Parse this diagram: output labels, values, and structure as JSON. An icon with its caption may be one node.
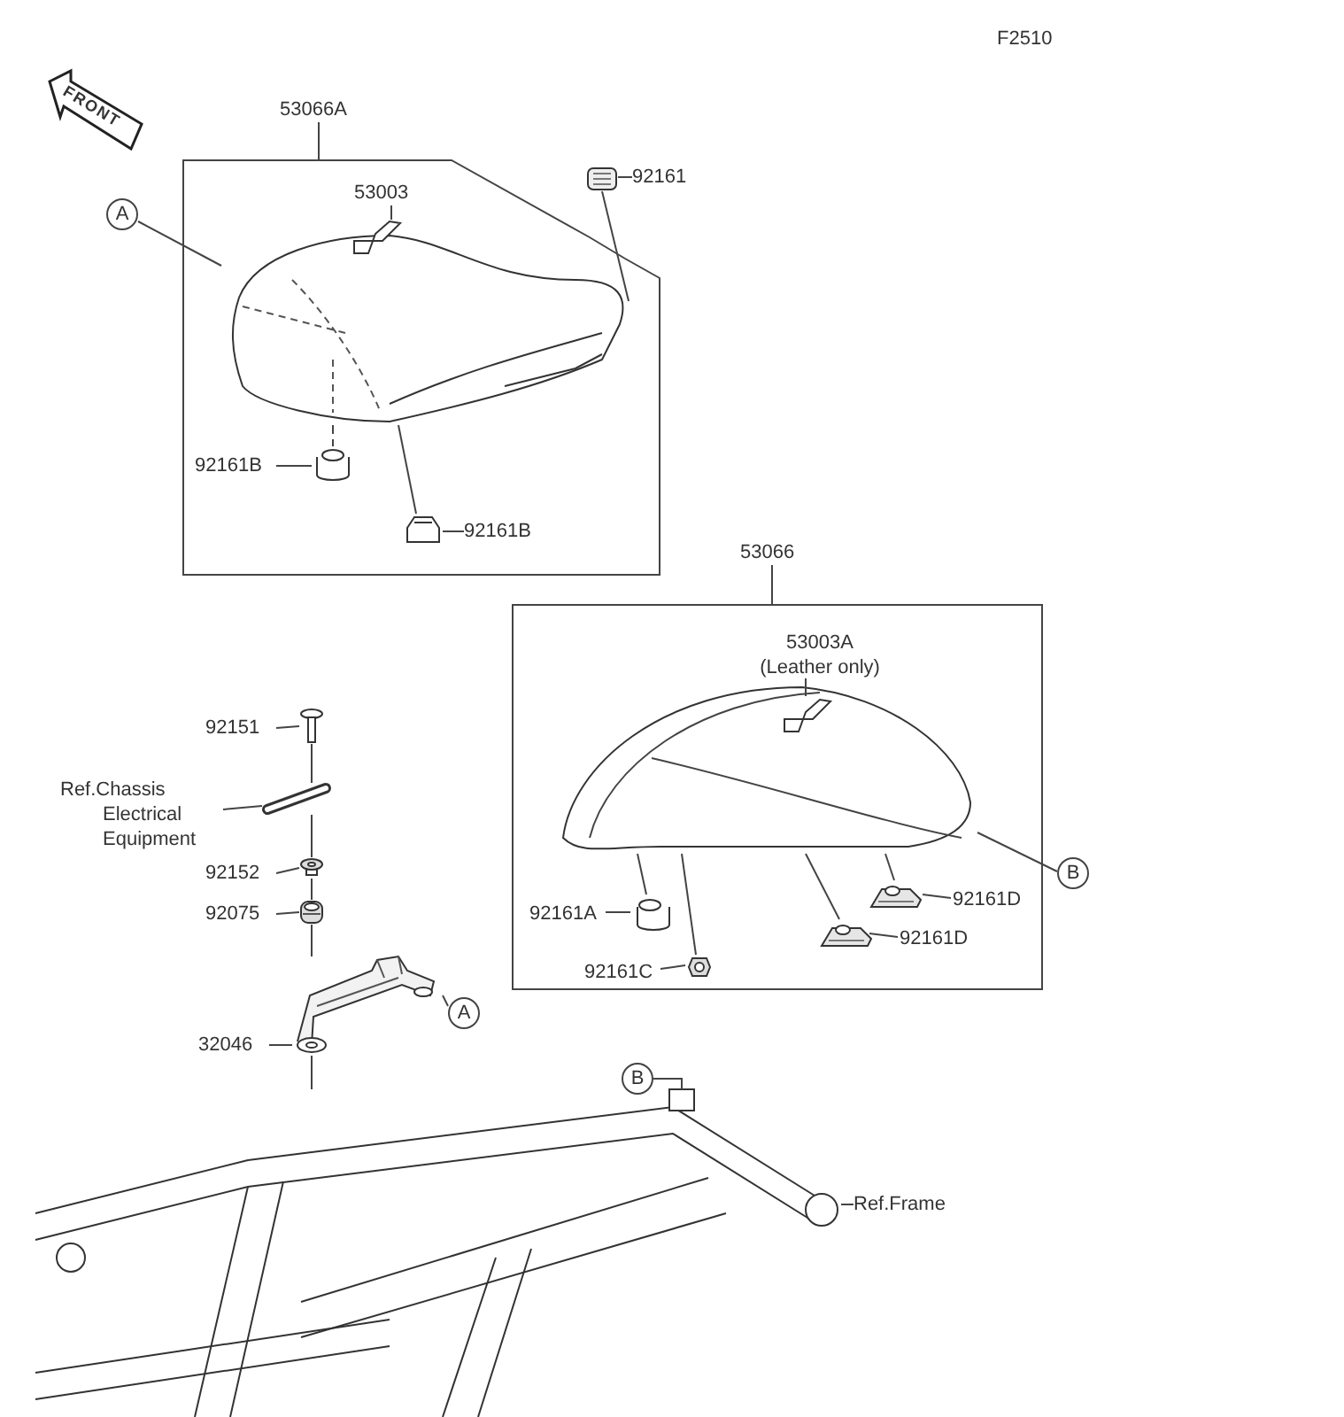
{
  "diagram": {
    "nodes": [
      {
        "text": [
          "53066A"
        ]
      },
      {
        "text": [],
        "shape": "box"
      },
      {
        "text": [
          "A"
        ]
      },
      {
        "text": [],
        "shape": "picture",
        "in": 1
      },
      {
        "text": [
          "53003"
        ],
        "in": 1
      },
      {
        "text": [],
        "shape": "picture",
        "in": 1
      },
      {
        "text": [
          "92161"
        ]
      },
      {
        "text": [],
        "shape": "picture",
        "in": 1
      },
      {
        "text": [
          "92161B"
        ],
        "in": 1
      },
      {
        "text": [],
        "shape": "picture",
        "in": 1
      },
      {
        "text": [
          "92161B"
        ],
        "in": 1
      },
      {
        "text": [],
        "shape": "picture",
        "in": 1
      },
      {
        "text": [
          "53066"
        ]
      },
      {
        "text": [],
        "shape": "box"
      },
      {
        "text": [
          "53003A",
          "(Leather only)"
        ],
        "in": 13
      },
      {
        "text": [],
        "shape": "picture",
        "in": 13
      },
      {
        "text": [],
        "shape": "picture",
        "in": 15
      },
      {
        "text": [
          "B"
        ]
      },
      {
        "text": [
          "92161A"
        ],
        "in": 13
      },
      {
        "text": [],
        "shape": "picture",
        "in": 13
      },
      {
        "text": [
          "92161C"
        ],
        "in": 13
      },
      {
        "text": [],
        "shape": "picture",
        "in": 13
      },
      {
        "text": [
          "92161D"
        ],
        "in": 13
      },
      {
        "text": [],
        "shape": "picture",
        "in": 13
      },
      {
        "text": [
          "92161D"
        ],
        "in": 13
      },
      {
        "text": [],
        "shape": "picture",
        "in": 13
      },
      {
        "text": [
          "92151"
        ]
      },
      {
        "text": [],
        "shape": "picture"
      },
      {
        "text": [
          "Ref.Chassis Electrical Equipment"
        ]
      },
      {
        "text": [],
        "shape": "picture"
      },
      {
        "text": [
          "92152"
        ]
      },
      {
        "text": [],
        "shape": "picture"
      },
      {
        "text": [
          "92075"
        ]
      },
      {
        "text": [],
        "shape": "picture"
      },
      {
        "text": [
          "32046"
        ]
      },
      {
        "text": [],
        "shape": "picture"
      },
      {
        "text": [
          "A"
        ]
      },
      {
        "text": [],
        "shape": "picture"
      },
      {
        "text": [
          "B"
        ]
      },
      {
        "text": [
          "Ref.Frame"
        ]
      }
    ],
    "edges": [
      {
        "from": 0,
        "to": 1,
        "arrow": "none"
      },
      {
        "from": 2,
        "to": 3,
        "arrow": "none"
      },
      {
        "from": 4,
        "to": 5,
        "arrow": "none"
      },
      {
        "from": 6,
        "to": 7,
        "arrow": "none"
      },
      {
        "from": 7,
        "to": 3,
        "arrow": "none"
      },
      {
        "from": 3,
        "to": 9,
        "arrow": "none",
        "style": "dashed"
      },
      {
        "from": 8,
        "to": 9,
        "arrow": "none"
      },
      {
        "from": 3,
        "to": 11,
        "arrow": "none"
      },
      {
        "from": 10,
        "to": 11,
        "arrow": "none"
      },
      {
        "from": 12,
        "to": 13,
        "arrow": "none"
      },
      {
        "from": 14,
        "to": 16,
        "arrow": "none"
      },
      {
        "from": 15,
        "to": 17,
        "arrow": "none"
      },
      {
        "from": 15,
        "to": 19,
        "arrow": "none"
      },
      {
        "from": 18,
        "to": 19,
        "arrow": "none"
      },
      {
        "from": 15,
        "to": 21,
        "arrow": "none"
      },
      {
        "from": 20,
        "to": 21,
        "arrow": "none"
      },
      {
        "from": 15,
        "to": 23,
        "arrow": "none"
      },
      {
        "from": 22,
        "to": 23,
        "arrow": "none"
      },
      {
        "from": 15,
        "to": 25,
        "arrow": "none"
      },
      {
        "from": 24,
        "to": 25,
        "arrow": "none"
      },
      {
        "from": 26,
        "to": 27,
        "arrow": "none"
      },
      {
        "from": 27,
        "to": 29,
        "arrow": "none"
      },
      {
        "from": 28,
        "to": 29,
        "arrow": "none"
      },
      {
        "from": 29,
        "to": 31,
        "arrow": "none"
      },
      {
        "from": 30,
        "to": 31,
        "arrow": "none"
      },
      {
        "from": 31,
        "to": 33,
        "arrow": "none"
      },
      {
        "from": 32,
        "to": 33,
        "arrow": "none"
      },
      {
        "from": 33,
        "to": 35,
        "arrow": "none"
      },
      {
        "from": 34,
        "to": 35,
        "arrow": "none"
      },
      {
        "from": 35,
        "to": 36,
        "arrow": "none"
      },
      {
        "from": 35,
        "to": 37,
        "arrow": "none"
      },
      {
        "from": 38,
        "to": 37,
        "arrow": "none"
      },
      {
        "from": 39,
        "to": 37,
        "arrow": "none"
      }
    ],
    "labels": [
      "F2510",
      "FRONT"
    ]
  }
}
